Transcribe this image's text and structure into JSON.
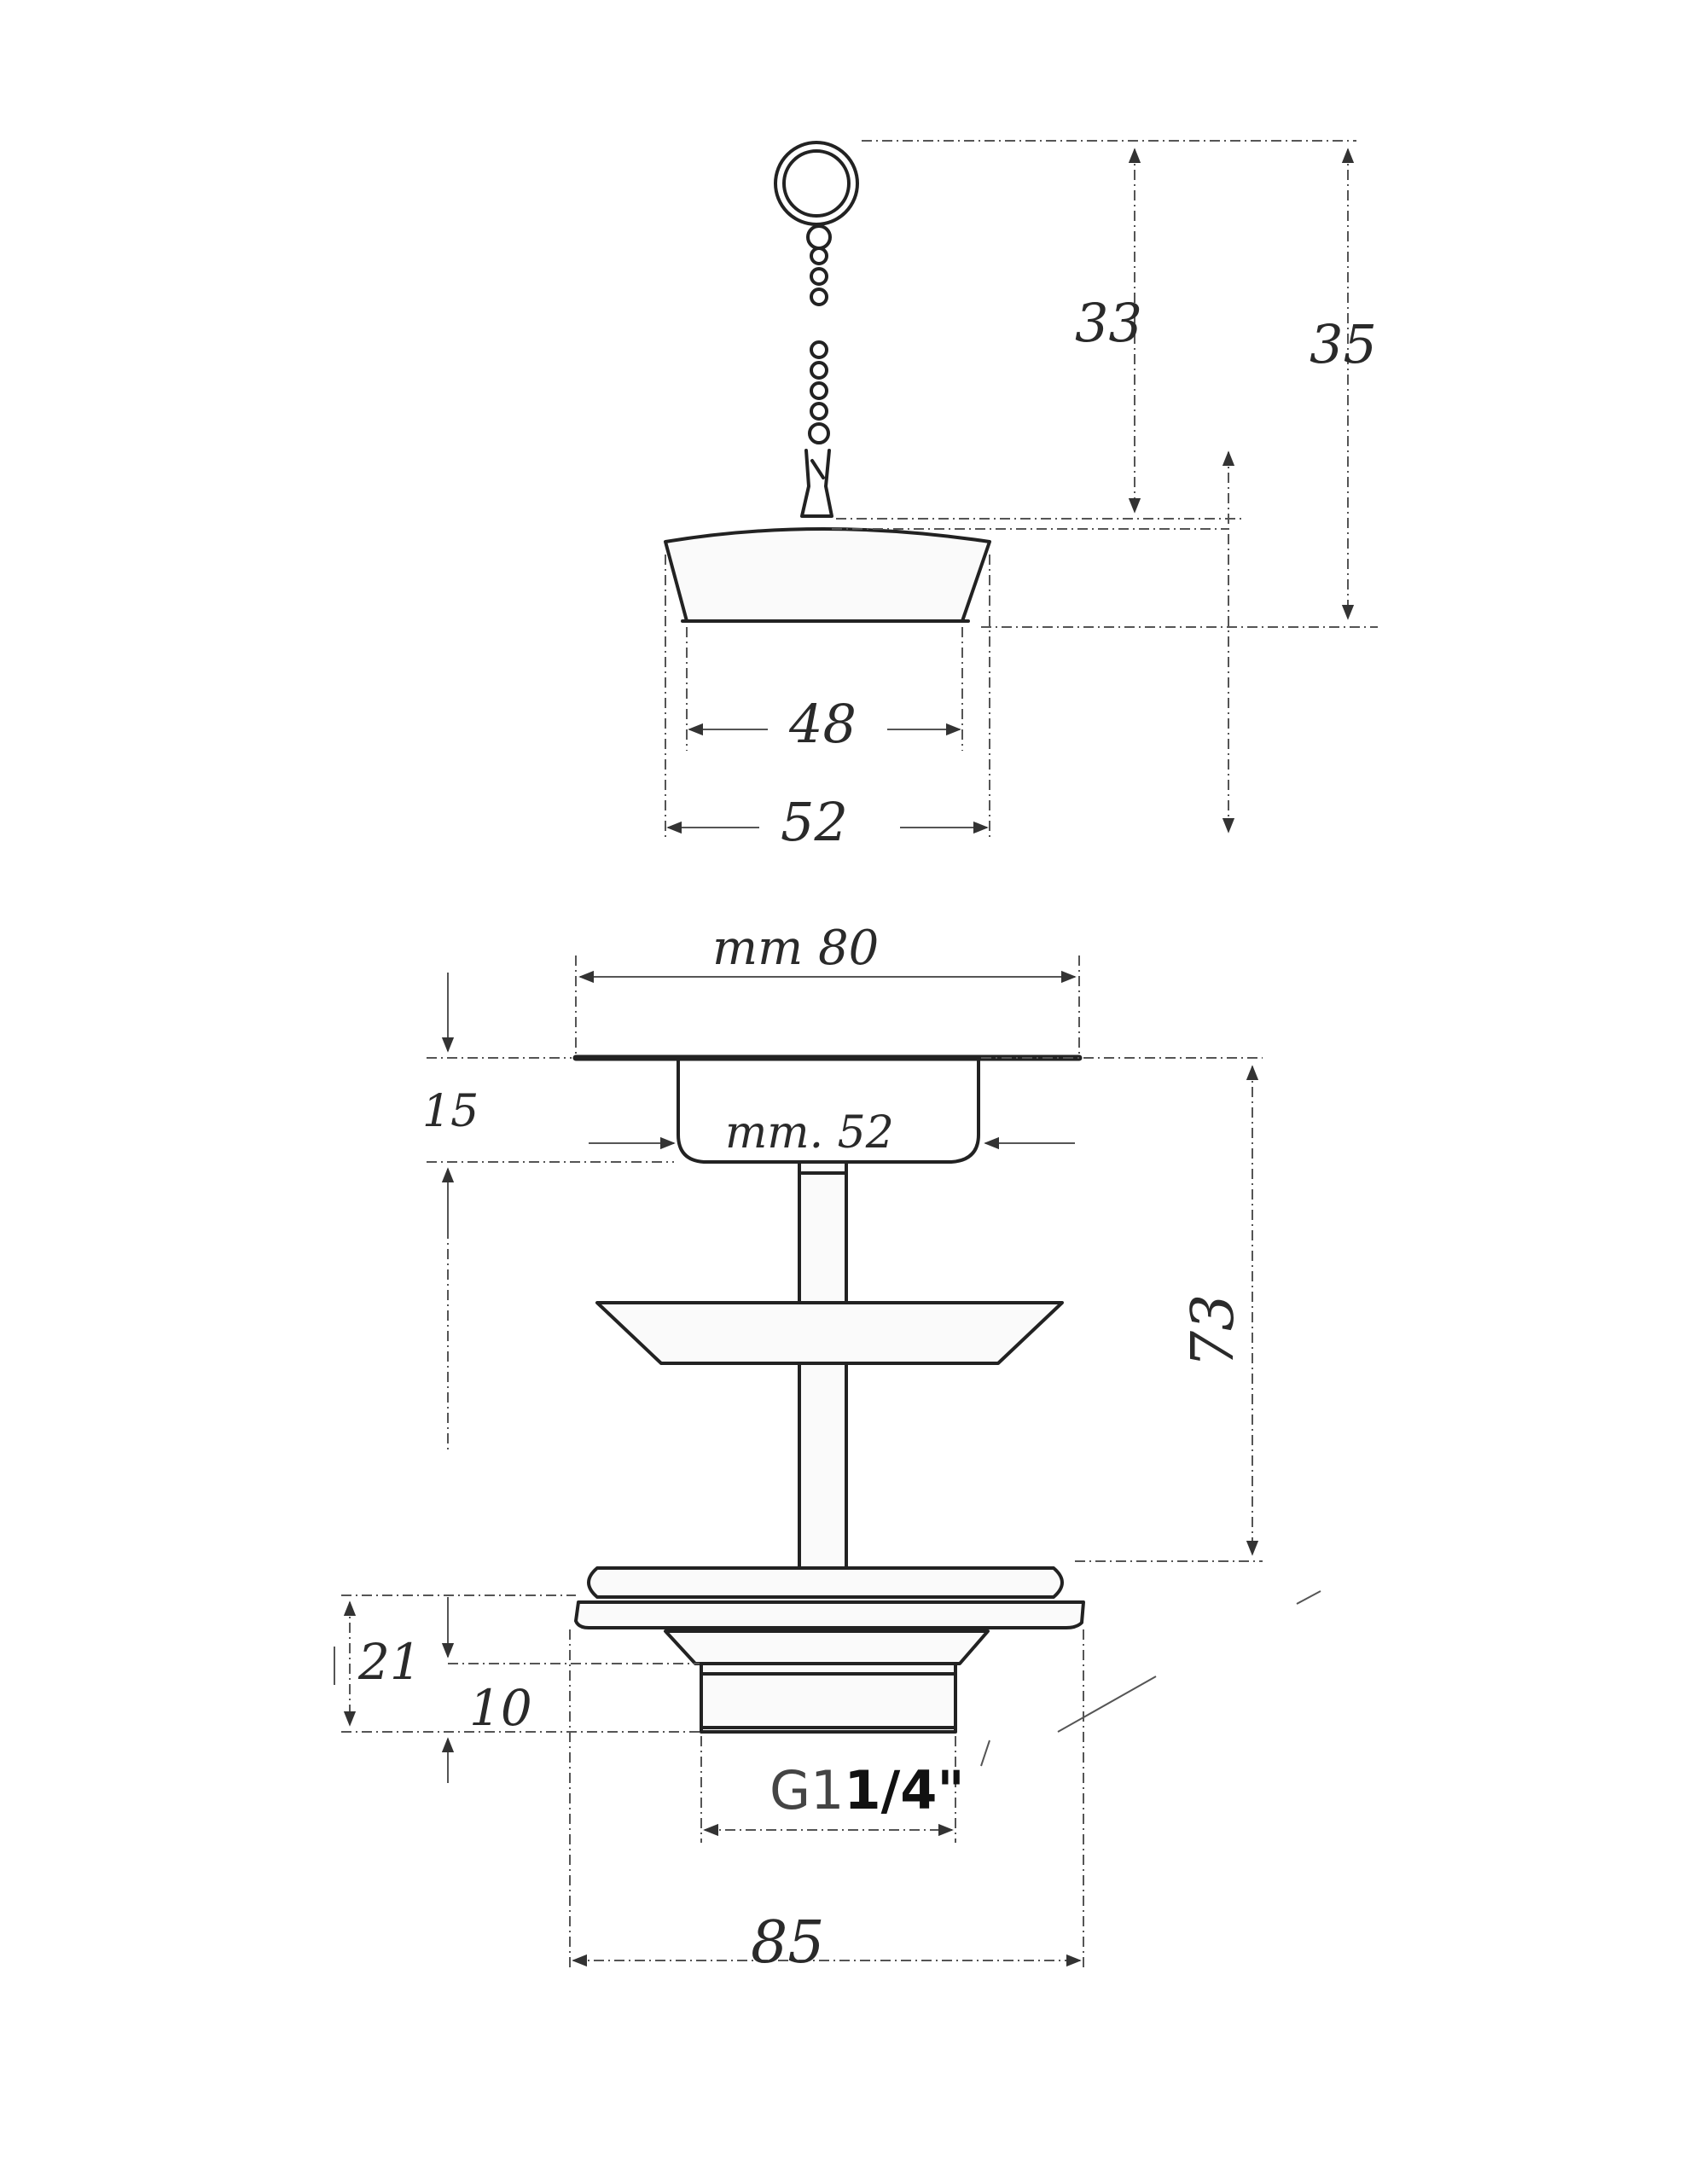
{
  "stopper": {
    "height_to_cap": "33",
    "total_height": "35",
    "bottom_diameter": "48",
    "top_diameter": "52"
  },
  "waste": {
    "flange_diameter": "mm 80",
    "flange_depth": "15",
    "bowl_diameter": "mm. 52",
    "body_height": "73",
    "thread_height": "21",
    "thread_length": "10",
    "thread_prefix": "G1",
    "thread_size": "1/4\"",
    "base_diameter": "85"
  }
}
